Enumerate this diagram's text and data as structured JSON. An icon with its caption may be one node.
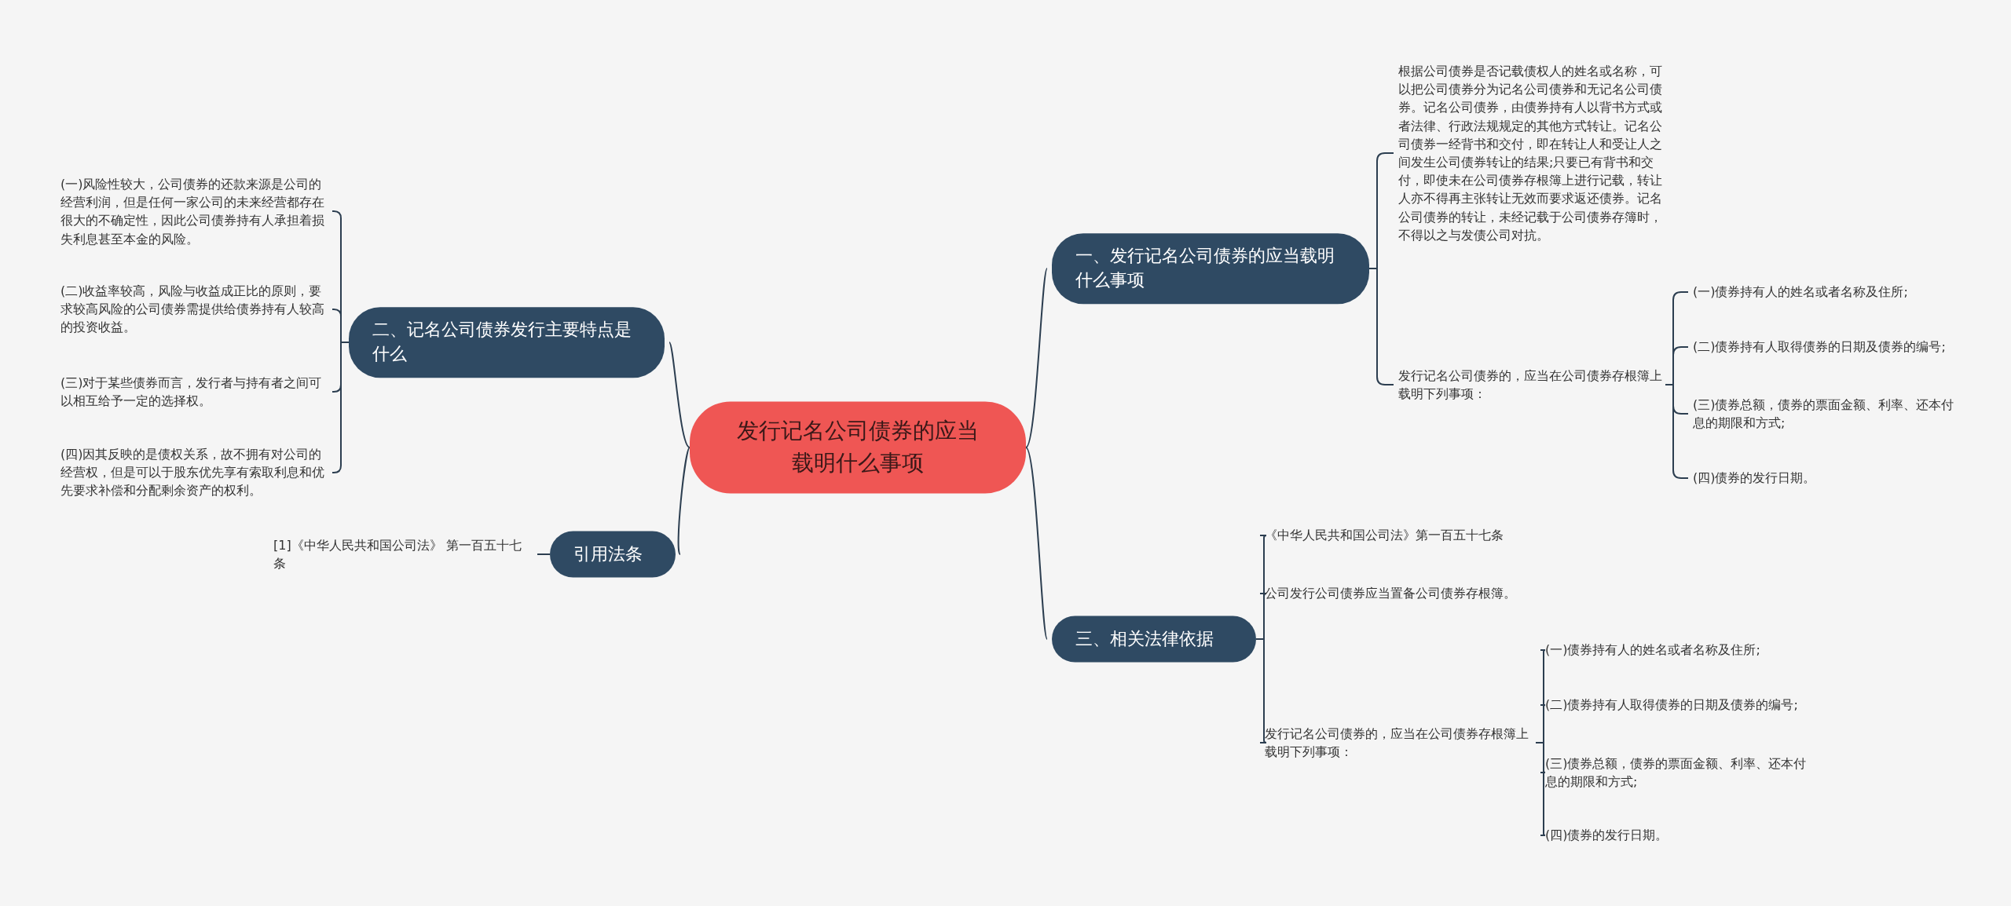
{
  "diagram": {
    "nodes": [
      {
        "text": [
          "发行记名公司债券的应当载明什么事项"
        ]
      },
      {
        "text": [
          "一、发行记名公司债券的应当载明什么事项"
        ]
      },
      {
        "text": [
          "根据公司债券是否记载债权人的姓名或名称，可以把公司债券分为记名公司债券和无记名公司债券。记名公司债券，由债券持有人以背书方式或者法律、行政法规规定的其他方式转让。记名公司债券一经背书和交付，即在转让人和受让人之间发生公司债券转让的结果;只要已有背书和交付，即使未在公司债券存根簿上进行记载，转让人亦不得再主张转让无效而要求返还债券。记名公司债券的转让，未经记载于公司债券存簿时，不得以之与发债公司对抗。"
        ]
      },
      {
        "text": [
          "发行记名公司债券的，应当在公司债券存根簿上载明下列事项："
        ]
      },
      {
        "text": [
          "(一)债券持有人的姓名或者名称及住所;"
        ]
      },
      {
        "text": [
          "(二)债券持有人取得债券的日期及债券的编号;"
        ]
      },
      {
        "text": [
          "(三)债券总额，债券的票面金额、利率、还本付息的期限和方式;"
        ]
      },
      {
        "text": [
          "(四)债券的发行日期。"
        ]
      },
      {
        "text": [
          "二、记名公司债券发行主要特点是什么"
        ]
      },
      {
        "text": [
          "(一)风险性较大，公司债券的还款来源是公司的经营利润，但是任何一家公司的未来经营都存在很大的不确定性，因此公司债券持有人承担着损失利息甚至本金的风险。"
        ]
      },
      {
        "text": [
          "(二)收益率较高，风险与收益成正比的原则，要求较高风险的公司债券需提供给债券持有人较高的投资收益。"
        ]
      },
      {
        "text": [
          "(三)对于某些债券而言，发行者与持有者之间可以相互给予一定的选择权。"
        ]
      },
      {
        "text": [
          "(四)因其反映的是债权关系，故不拥有对公司的经营权，但是可以于股东优先享有索取利息和优先要求补偿和分配剩余资产的权利。"
        ]
      },
      {
        "text": [
          "引用法条"
        ]
      },
      {
        "text": [
          "[1]《中华人民共和国公司法》 第一百五十七条"
        ]
      },
      {
        "text": [
          "三、相关法律依据"
        ]
      },
      {
        "text": [
          "《中华人民共和国公司法》第一百五十七条"
        ]
      },
      {
        "text": [
          "公司发行公司债券应当置备公司债券存根簿。"
        ]
      },
      {
        "text": [
          "发行记名公司债券的，应当在公司债券存根簿上载明下列事项："
        ]
      },
      {
        "text": [
          "(一)债券持有人的姓名或者名称及住所;"
        ]
      },
      {
        "text": [
          "(二)债券持有人取得债券的日期及债券的编号;"
        ]
      },
      {
        "text": [
          "(三)债券总额，债券的票面金额、利率、还本付息的期限和方式;"
        ]
      },
      {
        "text": [
          "(四)债券的发行日期。"
        ]
      }
    ],
    "edges": [
      {
        "from": 0,
        "to": 1,
        "arrow": "none"
      },
      {
        "from": 1,
        "to": 2,
        "arrow": "none"
      },
      {
        "from": 1,
        "to": 3,
        "arrow": "none"
      },
      {
        "from": 3,
        "to": 4,
        "arrow": "none"
      },
      {
        "from": 3,
        "to": 5,
        "arrow": "none"
      },
      {
        "from": 3,
        "to": 6,
        "arrow": "none"
      },
      {
        "from": 3,
        "to": 7,
        "arrow": "none"
      },
      {
        "from": 0,
        "to": 8,
        "arrow": "none"
      },
      {
        "from": 8,
        "to": 9,
        "arrow": "none"
      },
      {
        "from": 8,
        "to": 10,
        "arrow": "none"
      },
      {
        "from": 8,
        "to": 11,
        "arrow": "none"
      },
      {
        "from": 8,
        "to": 12,
        "arrow": "none"
      },
      {
        "from": 0,
        "to": 13,
        "arrow": "none"
      },
      {
        "from": 13,
        "to": 14,
        "arrow": "none"
      },
      {
        "from": 0,
        "to": 15,
        "arrow": "none"
      },
      {
        "from": 15,
        "to": 16,
        "arrow": "none"
      },
      {
        "from": 15,
        "to": 17,
        "arrow": "none"
      },
      {
        "from": 15,
        "to": 18,
        "arrow": "none"
      },
      {
        "from": 18,
        "to": 19,
        "arrow": "none"
      },
      {
        "from": 18,
        "to": 20,
        "arrow": "none"
      },
      {
        "from": 18,
        "to": 21,
        "arrow": "none"
      },
      {
        "from": 18,
        "to": 22,
        "arrow": "none"
      }
    ]
  }
}
